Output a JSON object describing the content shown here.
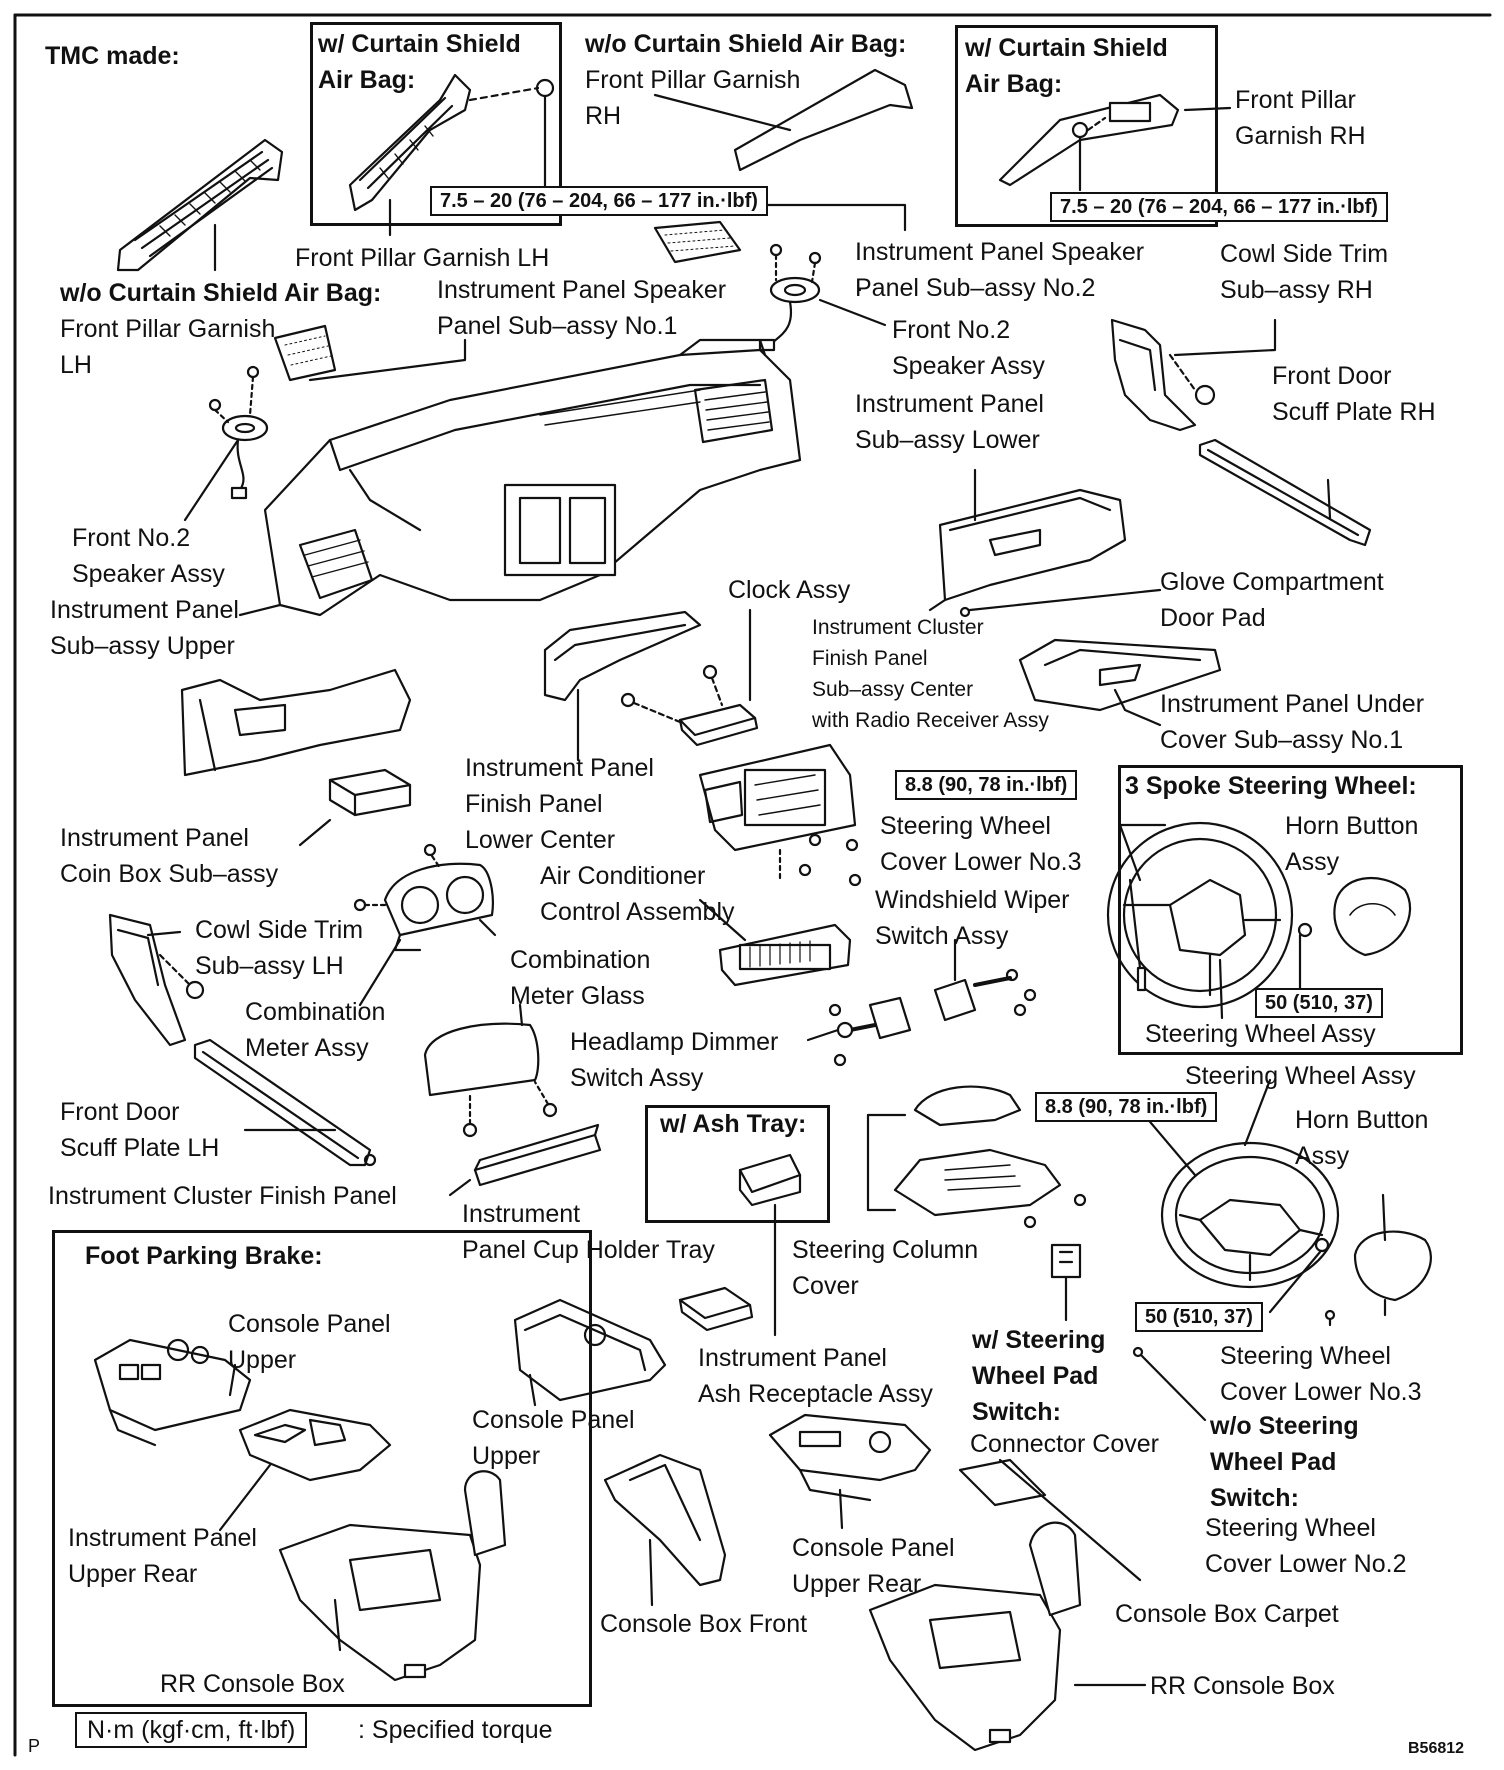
{
  "header": {
    "title": "TMC made:"
  },
  "variant_boxes": {
    "curtain_lh": [
      "w/ Curtain Shield",
      "Air Bag:"
    ],
    "curtain_rh": [
      "w/ Curtain Shield",
      "Air Bag:"
    ],
    "foot_parking_brake": "Foot Parking Brake:",
    "three_spoke": "3 Spoke Steering Wheel:",
    "ash_tray": "w/ Ash Tray:"
  },
  "torque": {
    "pillar_lh": "7.5 – 20 (76 – 204, 66 – 177 in.·lbf)",
    "pillar_rh": "7.5 – 20 (76 – 204, 66 – 177 in.·lbf)",
    "wheel_3spoke_upper": "8.8 (90, 78 in.·lbf)",
    "wheel_3spoke_lower": "50 (510, 37)",
    "wheel_4spoke_upper": "8.8 (90, 78 in.·lbf)",
    "wheel_4spoke_lower": "50 (510, 37)"
  },
  "labels": {
    "wo_curtain_rh": [
      "w/o Curtain Shield Air Bag:",
      "Front Pillar Garnish",
      "RH"
    ],
    "front_pillar_garnish_rh": [
      "Front Pillar",
      "Garnish RH"
    ],
    "front_pillar_garnish_lh": "Front Pillar Garnish LH",
    "wo_curtain_lh": [
      "w/o Curtain Shield Air Bag:",
      "Front Pillar Garnish",
      "LH"
    ],
    "speaker_panel_no1": [
      "Instrument Panel Speaker",
      "Panel Sub–assy No.1"
    ],
    "speaker_panel_no2": [
      "Instrument Panel Speaker",
      "Panel Sub–assy No.2"
    ],
    "cowl_side_trim_rh": [
      "Cowl Side Trim",
      "Sub–assy RH"
    ],
    "front_no2_speaker_right": [
      "Front No.2",
      "Speaker Assy"
    ],
    "front_door_scuff_rh": [
      "Front Door",
      "Scuff Plate RH"
    ],
    "ip_sub_assy_lower": [
      "Instrument Panel",
      "Sub–assy Lower"
    ],
    "front_no2_speaker_left": [
      "Front No.2",
      "Speaker Assy"
    ],
    "ip_sub_assy_upper": [
      "Instrument Panel",
      "Sub–assy Upper"
    ],
    "clock_assy": "Clock Assy",
    "glove_door_pad": [
      "Glove Compartment",
      "Door Pad"
    ],
    "cluster_finish_center": [
      "Instrument Cluster",
      "Finish Panel",
      "Sub–assy Center",
      "with Radio Receiver Assy"
    ],
    "ip_under_cover_no1": [
      "Instrument Panel Under",
      "Cover Sub–assy No.1"
    ],
    "ip_finish_lower_center": [
      "Instrument Panel",
      "Finish Panel",
      "Lower Center"
    ],
    "coin_box": [
      "Instrument Panel",
      "Coin Box Sub–assy"
    ],
    "sw_cover_lower_no3_a": [
      "Steering Wheel",
      "Cover Lower No.3"
    ],
    "horn_button_a": [
      "Horn Button",
      "Assy"
    ],
    "ac_control": [
      "Air Conditioner",
      "Control Assembly"
    ],
    "wiper_switch": [
      "Windshield Wiper",
      "Switch Assy"
    ],
    "cowl_side_trim_lh": [
      "Cowl Side Trim",
      "Sub–assy LH"
    ],
    "combination_meter": [
      "Combination",
      "Meter Assy"
    ],
    "combination_meter_glass": [
      "Combination",
      "Meter Glass"
    ],
    "steering_wheel_assy_a": "Steering Wheel Assy",
    "headlamp_dimmer": [
      "Headlamp Dimmer",
      "Switch Assy"
    ],
    "steering_wheel_assy_b": "Steering Wheel Assy",
    "front_door_scuff_lh": [
      "Front Door",
      "Scuff Plate LH"
    ],
    "horn_button_b": [
      "Horn Button",
      "Assy"
    ],
    "cluster_finish_panel": "Instrument Cluster Finish Panel",
    "cup_holder_tray": [
      "Instrument",
      "Panel Cup Holder Tray"
    ],
    "steering_column_cover": [
      "Steering Column",
      "Cover"
    ],
    "console_panel_upper_a": [
      "Console Panel",
      "Upper"
    ],
    "ash_receptacle": [
      "Instrument Panel",
      "Ash Receptacle Assy"
    ],
    "w_pad_switch": [
      "w/ Steering",
      "Wheel Pad",
      "Switch:"
    ],
    "connector_cover": "Connector Cover",
    "sw_cover_lower_no3_b": [
      "Steering Wheel",
      "Cover Lower No.3"
    ],
    "console_panel_upper_b": [
      "Console Panel",
      "Upper"
    ],
    "wo_pad_switch": [
      "w/o Steering",
      "Wheel Pad",
      "Switch:"
    ],
    "sw_cover_lower_no2": [
      "Steering Wheel",
      "Cover Lower No.2"
    ],
    "ip_upper_rear": [
      "Instrument Panel",
      "Upper Rear"
    ],
    "console_panel_upper_rear": [
      "Console Panel",
      "Upper Rear"
    ],
    "console_box_carpet": "Console Box Carpet",
    "console_box_front": "Console Box Front",
    "rr_console_box_a": "RR Console Box",
    "rr_console_box_b": "RR Console Box"
  },
  "legend": {
    "unit": "N·m (kgf·cm, ft·lbf)",
    "text": ": Specified torque"
  },
  "corner_mark": "P",
  "figure_code": "B56812"
}
